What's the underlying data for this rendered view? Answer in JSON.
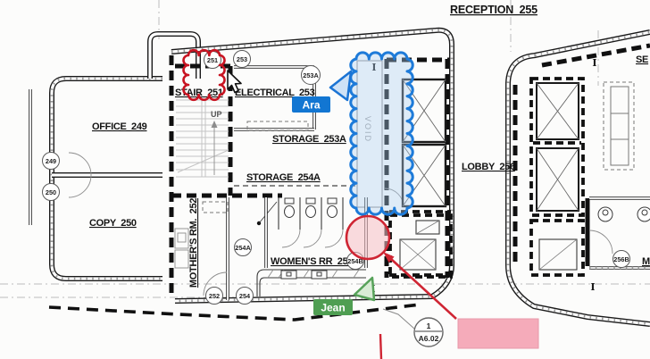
{
  "page": {
    "background": "#fcfcfb"
  },
  "drawing": {
    "labels": {
      "reception": "RECEPTION  255",
      "se_partial": "SE",
      "office": "OFFICE  249",
      "copy": "COPY  250",
      "stair": "STAIR  251",
      "electrical": "ELECTRICAL  253",
      "storage_253a": "STORAGE  253A",
      "storage_254a": "STORAGE  254A",
      "mothers_rm": "MOTHER'S RM.  252",
      "womens_rr": "WOMEN'S RR  254",
      "lobby": "LOBBY  256",
      "mens_partial": "M",
      "up": "UP",
      "void_shaft": "VOID",
      "section_marker": "I"
    },
    "door_tags": {
      "t249": "249",
      "t250": "250",
      "t251": "251",
      "t253": "253",
      "t253a": "253A",
      "t254a": "254A",
      "t252": "252",
      "t254": "254",
      "t254b": "254B",
      "t256b": "256B"
    },
    "detail_callout": {
      "number": "1",
      "sheet": "A6.02"
    }
  },
  "annotations": {
    "red_cloud_color": "#c81422",
    "blue_cloud_color": "#1e7bd9",
    "red_circle_color": "#cf2533",
    "highlight_color": "#f5abba"
  },
  "collaboration": {
    "cursors": [
      {
        "name": "Ara",
        "color": "#1276d2"
      },
      {
        "name": "Jean",
        "color": "#4f9e52"
      }
    ]
  }
}
